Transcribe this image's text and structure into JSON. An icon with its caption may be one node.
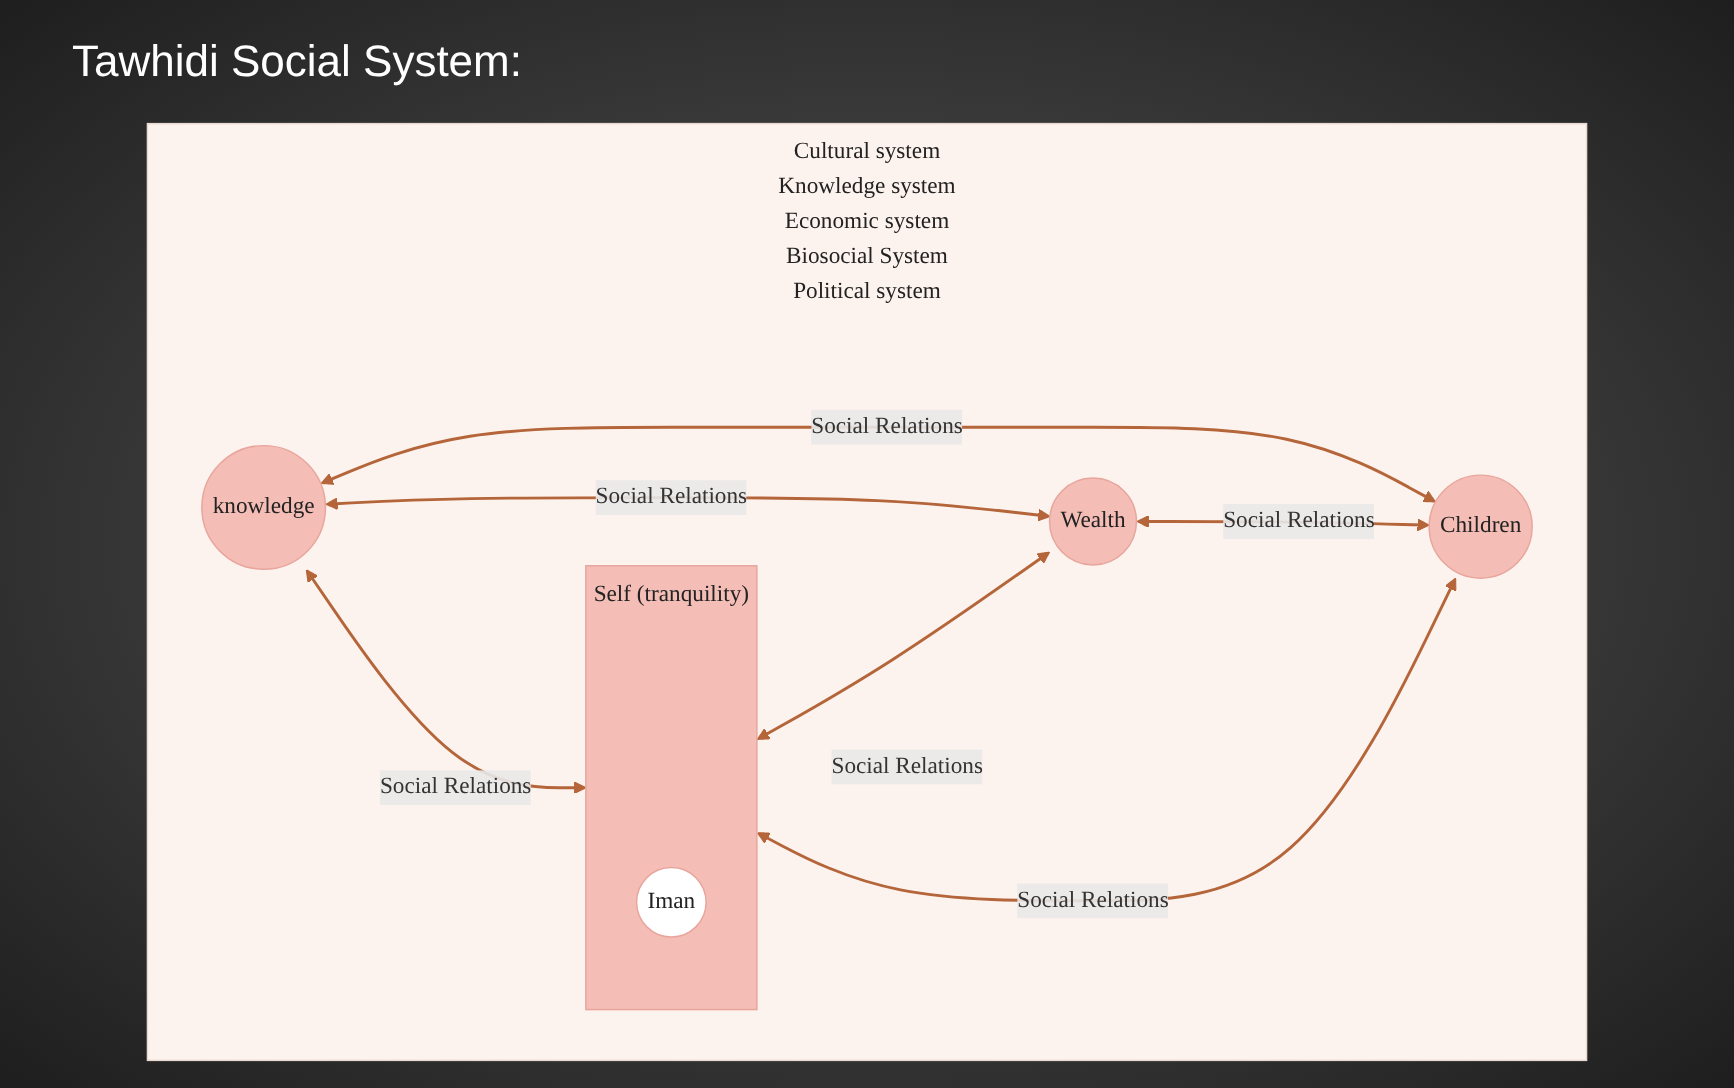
{
  "diagram": {
    "title": "Tawhidi Social System:",
    "nodes": [
      {
        "text": [
          "Cultural system",
          "Knowledge system",
          "Economic system",
          "Biosocial System",
          "Political system"
        ]
      },
      {
        "text": [
          "knowledge"
        ],
        "in": 0
      },
      {
        "text": [
          "Self (tranquility)"
        ],
        "in": 0
      },
      {
        "text": [
          "Iman"
        ],
        "in": 2
      },
      {
        "text": [
          "Wealth"
        ],
        "in": 0
      },
      {
        "text": [
          "Children"
        ],
        "in": 0
      }
    ],
    "edges": [
      {
        "from": 1,
        "to": 2,
        "arrow": "both",
        "label": "Social Relations"
      },
      {
        "from": 1,
        "to": 4,
        "arrow": "both",
        "label": "Social Relations"
      },
      {
        "from": 1,
        "to": 5,
        "arrow": "both",
        "label": "Social Relations"
      },
      {
        "from": 2,
        "to": 4,
        "arrow": "both",
        "label": "Social Relations"
      },
      {
        "from": 2,
        "to": 5,
        "arrow": "both",
        "label": "Social Relations"
      },
      {
        "from": 4,
        "to": 5,
        "arrow": "both",
        "label": "Social Relations"
      }
    ]
  }
}
